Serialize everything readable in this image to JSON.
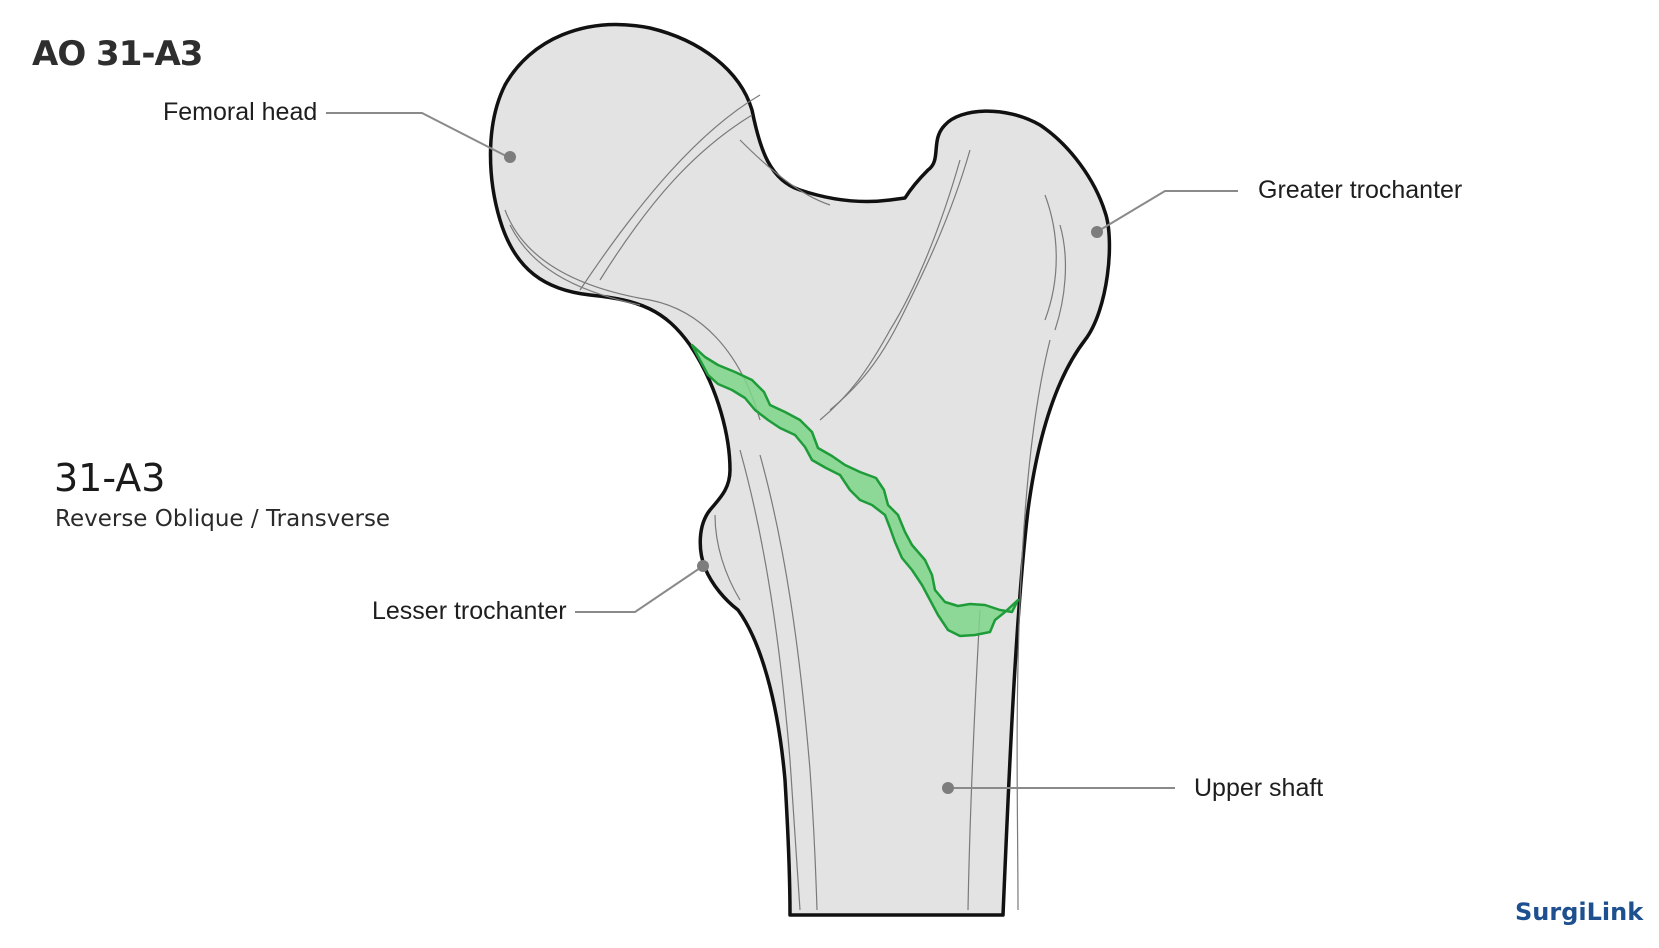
{
  "title": "AO 31-A3",
  "classification": {
    "code": "31-A3",
    "description": "Reverse Oblique / Transverse"
  },
  "labels": {
    "femoral_head": "Femoral head",
    "greater_trochanter": "Greater trochanter",
    "lesser_trochanter": "Lesser trochanter",
    "upper_shaft": "Upper shaft"
  },
  "brand": "SurgiLink",
  "colors": {
    "bone_fill": "#e3e3e3",
    "outline": "#111111",
    "fracture_fill": "#7fd68a",
    "fracture_stroke": "#1f9c3a",
    "leader": "#8a8a8a",
    "brand": "#1e4f8f"
  }
}
